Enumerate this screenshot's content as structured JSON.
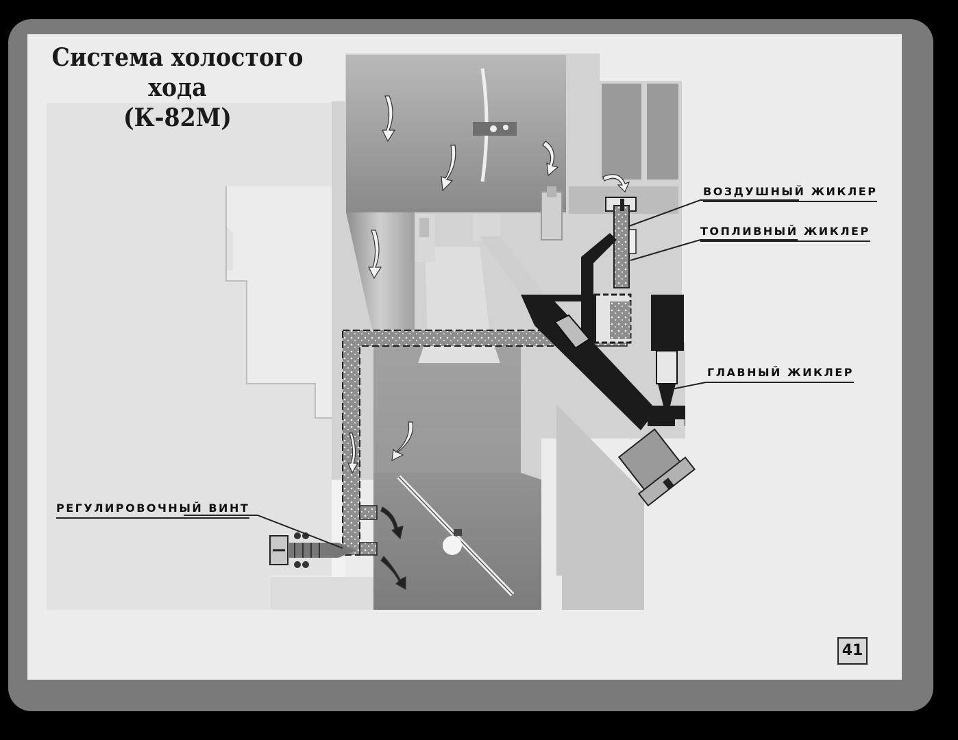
{
  "title": {
    "line1": "Система холостого хода",
    "line2": "(К-82М)"
  },
  "labels": {
    "air_jet": "ВОЗДУШНЫЙ ЖИКЛЕР",
    "fuel_jet": "ТОПЛИВНЫЙ ЖИКЛЕР",
    "main_jet": "ГЛАВНЫЙ ЖИКЛЕР",
    "adjusting_screw": "РЕГУЛИРОВОЧНЫЙ ВИНТ"
  },
  "page_number": "41",
  "colors": {
    "background": "#ececec",
    "body": "#c9c9c9",
    "channel_dark": "#1b1b1b",
    "emulsion": "#8f8f8f"
  }
}
